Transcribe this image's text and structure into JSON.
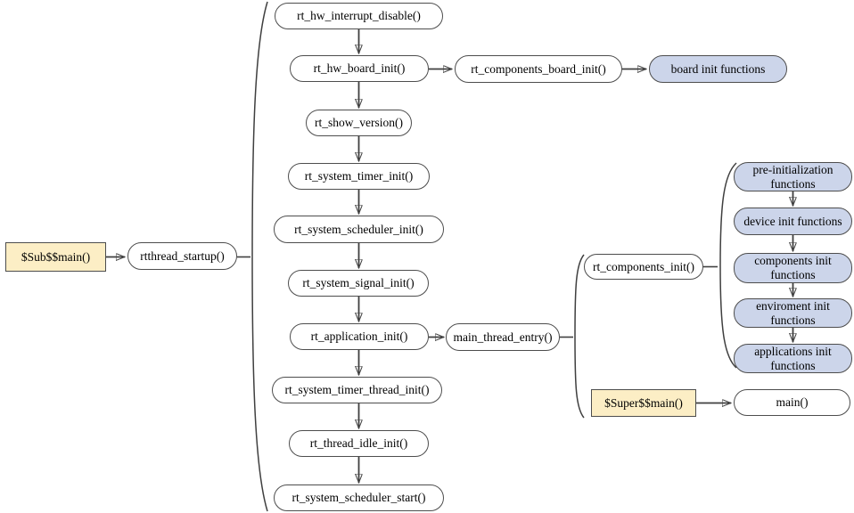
{
  "nodes": {
    "sub_main": "$Sub$$main()",
    "rtthread_startup": "rtthread_startup()",
    "hw_interrupt_disable": "rt_hw_interrupt_disable()",
    "hw_board_init": "rt_hw_board_init()",
    "components_board_init": "rt_components_board_init()",
    "board_init_functions": "board init functions",
    "show_version": "rt_show_version()",
    "system_timer_init": "rt_system_timer_init()",
    "system_scheduler_init": "rt_system_scheduler_init()",
    "system_signal_init": "rt_system_signal_init()",
    "application_init": "rt_application_init()",
    "main_thread_entry": "main_thread_entry()",
    "components_init": "rt_components_init()",
    "pre_init_functions": "pre-initialization functions",
    "device_init_functions": "device init functions",
    "components_init_functions": "components init functions",
    "environment_init_functions": "enviroment init functions",
    "applications_init_functions": "applications init functions",
    "super_main": "$Super$$main()",
    "main_fn": "main()",
    "system_timer_thread_init": "rt_system_timer_thread_init()",
    "thread_idle_init": "rt_thread_idle_init()",
    "system_scheduler_start": "rt_system_scheduler_start()"
  },
  "colors": {
    "canvas_fill": "#FFFFFF",
    "node_fill": "#FFFFFF",
    "entry_fill": "#FCEEC5",
    "group_fill": "#CCD5EA",
    "border": "#4D4D4D",
    "line": "#3F3F3F",
    "text": "#000000"
  }
}
